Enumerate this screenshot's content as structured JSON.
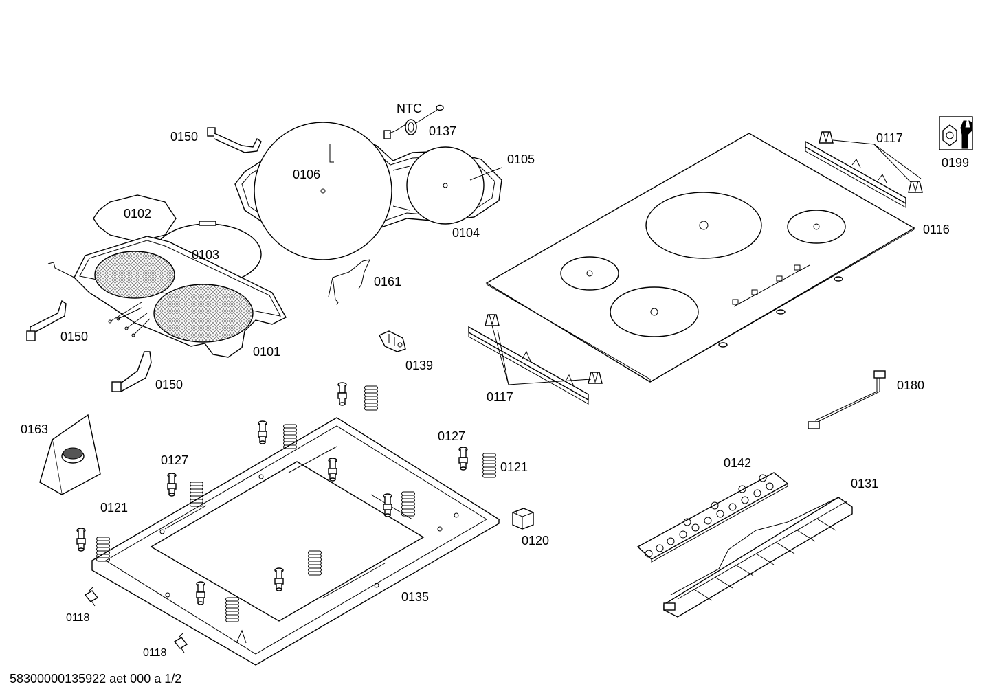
{
  "labels": {
    "ntc": "NTC",
    "p0137": "0137",
    "p0150_top": "0150",
    "p0106": "0106",
    "p0105": "0105",
    "p0102": "0102",
    "p0103": "0103",
    "p0104": "0104",
    "p0117_top": "0117",
    "p0116": "0116",
    "p0199": "0199",
    "p0161": "0161",
    "p0150_left": "0150",
    "p0101": "0101",
    "p0139": "0139",
    "p0150_bottom": "0150",
    "p0117_bottom": "0117",
    "p0180": "0180",
    "p0163": "0163",
    "p0127_left": "0127",
    "p0127_right": "0127",
    "p0121_right": "0121",
    "p0121_left": "0121",
    "p0142": "0142",
    "p0131": "0131",
    "p0120": "0120",
    "p0135": "0135",
    "p0118_upper": "0118",
    "p0118_lower": "0118"
  },
  "footer": {
    "document_id": "58300000135922 aet 000 a 1/2"
  }
}
